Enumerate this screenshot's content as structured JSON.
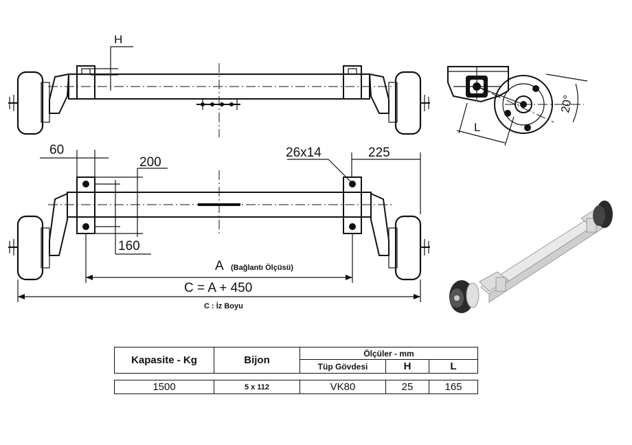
{
  "drawing": {
    "dim_H": "H",
    "dim_60": "60",
    "dim_200": "200",
    "dim_26x14": "26x14",
    "dim_225": "225",
    "dim_160": "160",
    "dim_A": "A",
    "dim_A_note": "(Bağlantı Ölçüsü)",
    "dim_C": "C = A + 450",
    "c_note": "C : İz Boyu",
    "dim_L": "L",
    "angle": "20°"
  },
  "table": {
    "headers": {
      "capacity": "Kapasite - Kg",
      "bolt": "Bijon",
      "dimensions": "Ölçüler - mm",
      "tube": "Tüp Gövdesi",
      "h": "H",
      "l": "L"
    },
    "row": {
      "capacity": "1500",
      "bolt": "5 x 112",
      "tube": "VK80",
      "h": "25",
      "l": "165"
    }
  }
}
